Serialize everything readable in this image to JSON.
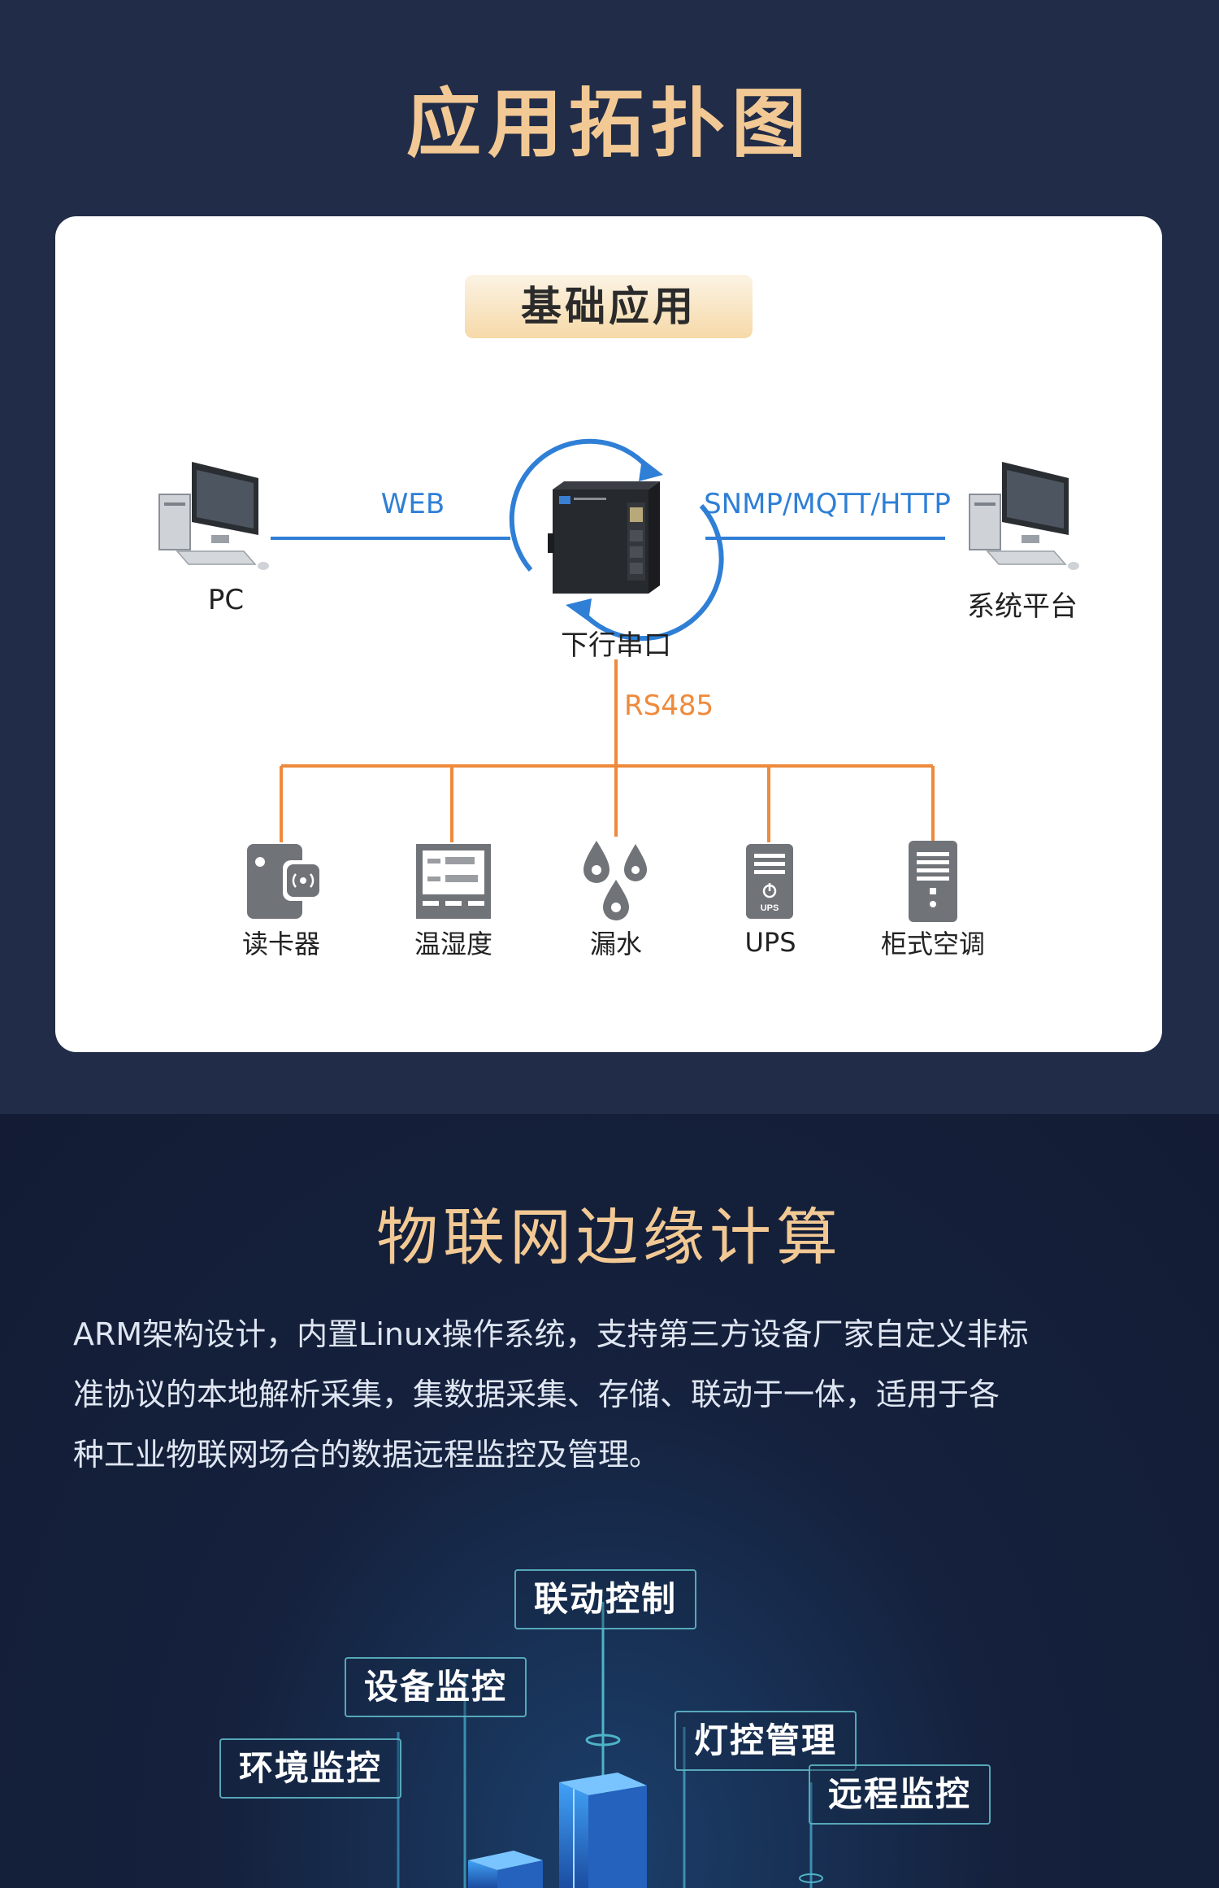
{
  "section1": {
    "title": "应用拓扑图",
    "badge": "基础应用",
    "diagram": {
      "pc_label": "PC",
      "platform_label": "系统平台",
      "gateway_label": "下行串口",
      "link_left": "WEB",
      "link_right": "SNMP/MQTT/HTTP",
      "bus_label": "RS485",
      "colors": {
        "blue": "#2f7fd6",
        "orange": "#ee8a3c"
      },
      "devices": [
        {
          "label": "读卡器",
          "icon": "card-reader-icon"
        },
        {
          "label": "温湿度",
          "icon": "temp-humidity-meter-icon"
        },
        {
          "label": "漏水",
          "icon": "water-drops-icon"
        },
        {
          "label": "UPS",
          "icon": "ups-icon"
        },
        {
          "label": "柜式空调",
          "icon": "cabinet-air-conditioner-icon"
        }
      ]
    }
  },
  "section2": {
    "title": "物联网边缘计算",
    "description_lines": [
      "ARM架构设计，内置Linux操作系统，支持第三方设备厂家自定义非标",
      "准协议的本地解析采集，集数据采集、存储、联动于一体，适用于各",
      "种工业物联网场合的数据远程监控及管理。"
    ],
    "tags": [
      "联动控制",
      "设备监控",
      "环境监控",
      "灯控管理",
      "远程监控"
    ]
  }
}
